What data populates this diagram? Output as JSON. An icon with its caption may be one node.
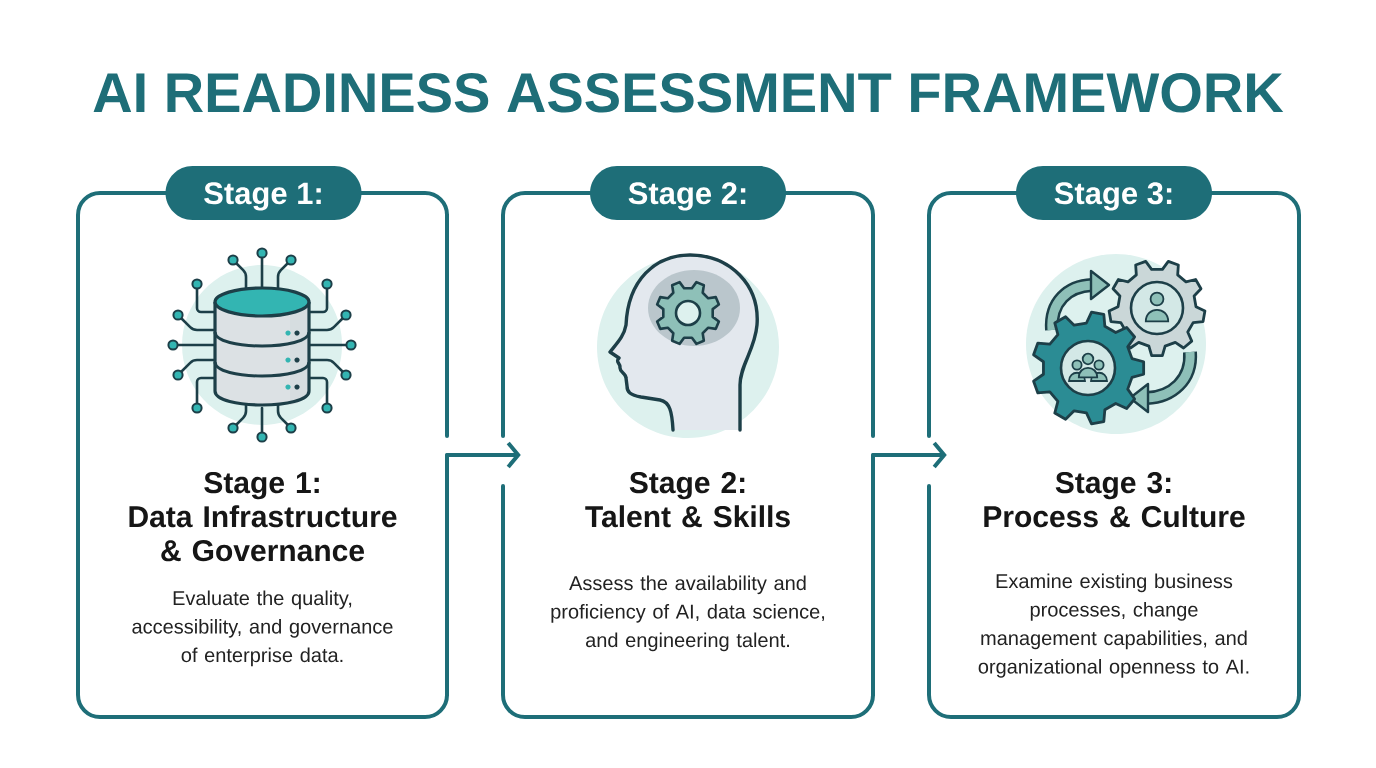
{
  "diagram": {
    "title": "AI READINESS ASSESSMENT FRAMEWORK",
    "nodes": [
      {
        "text": [
          "Stage 1:"
        ]
      },
      {
        "text": [
          "Stage 1:",
          "Data Infrastructure & Governance",
          "Evaluate the quality, accessibility, and governance of enterprise data."
        ]
      },
      {
        "text": [
          "Stage 2:"
        ]
      },
      {
        "text": [
          "Stage 2:",
          "Talent & Skills",
          "Assess the availability and proficiency of AI, data science, and engineering talent."
        ]
      },
      {
        "text": [
          "Stage 3:"
        ]
      },
      {
        "text": [
          "Stage 3:",
          "Process & Culture",
          "Examine existing business processes, change management capabilities, and organizational openness to AI."
        ]
      }
    ],
    "edges": [
      {
        "from": 1,
        "to": 3,
        "arrow": "to"
      },
      {
        "from": 3,
        "to": 5,
        "arrow": "to"
      }
    ]
  }
}
